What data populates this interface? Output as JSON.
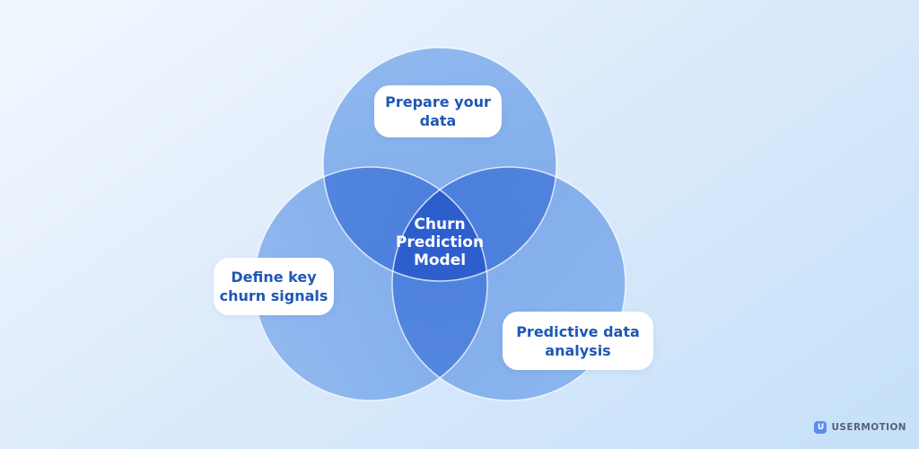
{
  "background": {
    "gradient_left": "#f0f6fe",
    "gradient_mid": "#ddebfb",
    "gradient_right": "#c7e1f9"
  },
  "venn": {
    "type": "venn-3",
    "center": {
      "label": "Churn\nPrediction\nModel",
      "text_color": "#ffffff",
      "region_color": "#3064ce"
    },
    "circles": [
      {
        "id": "top",
        "label": "Prepare your\ndata"
      },
      {
        "id": "left",
        "label": "Define key\nchurn signals"
      },
      {
        "id": "right",
        "label": "Predictive data\nanalysis"
      }
    ],
    "circle_fill": "#9ac0ef",
    "pairwise_overlap_color": "#4b7eda",
    "outline_color": "#ffffff",
    "label_bg": "#ffffff",
    "label_text_color": "#1d58b5"
  },
  "branding": {
    "icon_letter": "U",
    "name": "USERMOTION",
    "icon_color": "#5a8cf0",
    "text_color": "#596273"
  }
}
